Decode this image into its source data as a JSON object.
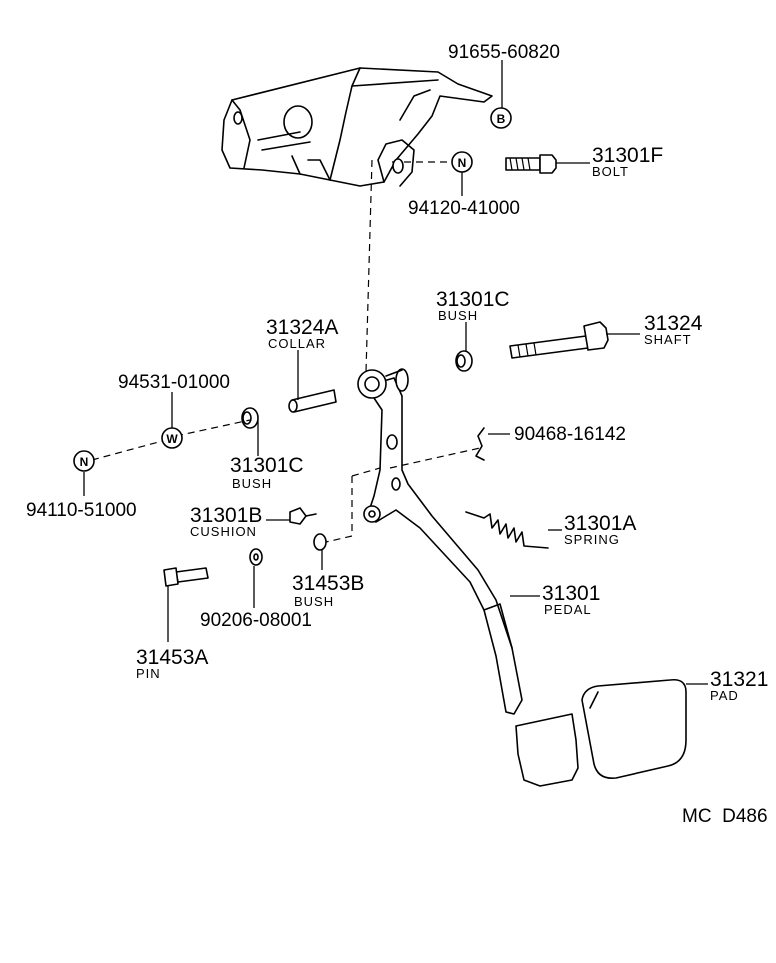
{
  "parts": {
    "p91655": {
      "number": "91655-60820"
    },
    "p31301F": {
      "number": "31301F",
      "name": "BOLT"
    },
    "p94120": {
      "number": "94120-41000"
    },
    "p31301C_top": {
      "number": "31301C",
      "name": "BUSH"
    },
    "p31324": {
      "number": "31324",
      "name": "SHAFT"
    },
    "p31324A": {
      "number": "31324A",
      "name": "COLLAR"
    },
    "p94531": {
      "number": "94531-01000"
    },
    "p90468": {
      "number": "90468-16142"
    },
    "p94110": {
      "number": "94110-51000"
    },
    "p31301C_left": {
      "number": "31301C",
      "name": "BUSH"
    },
    "p31301B": {
      "number": "31301B",
      "name": "CUSHION"
    },
    "p31301A": {
      "number": "31301A",
      "name": "SPRING"
    },
    "p31453B": {
      "number": "31453B",
      "name": "BUSH"
    },
    "p31301": {
      "number": "31301",
      "name": "PEDAL"
    },
    "p90206": {
      "number": "90206-08001"
    },
    "p31453A": {
      "number": "31453A",
      "name": "PIN"
    },
    "p31321": {
      "number": "31321",
      "name": "PAD"
    }
  },
  "symbols": {
    "b": "B",
    "n_top": "N",
    "n_left": "N",
    "w": "W"
  },
  "footer": {
    "code": "MC  D486"
  }
}
